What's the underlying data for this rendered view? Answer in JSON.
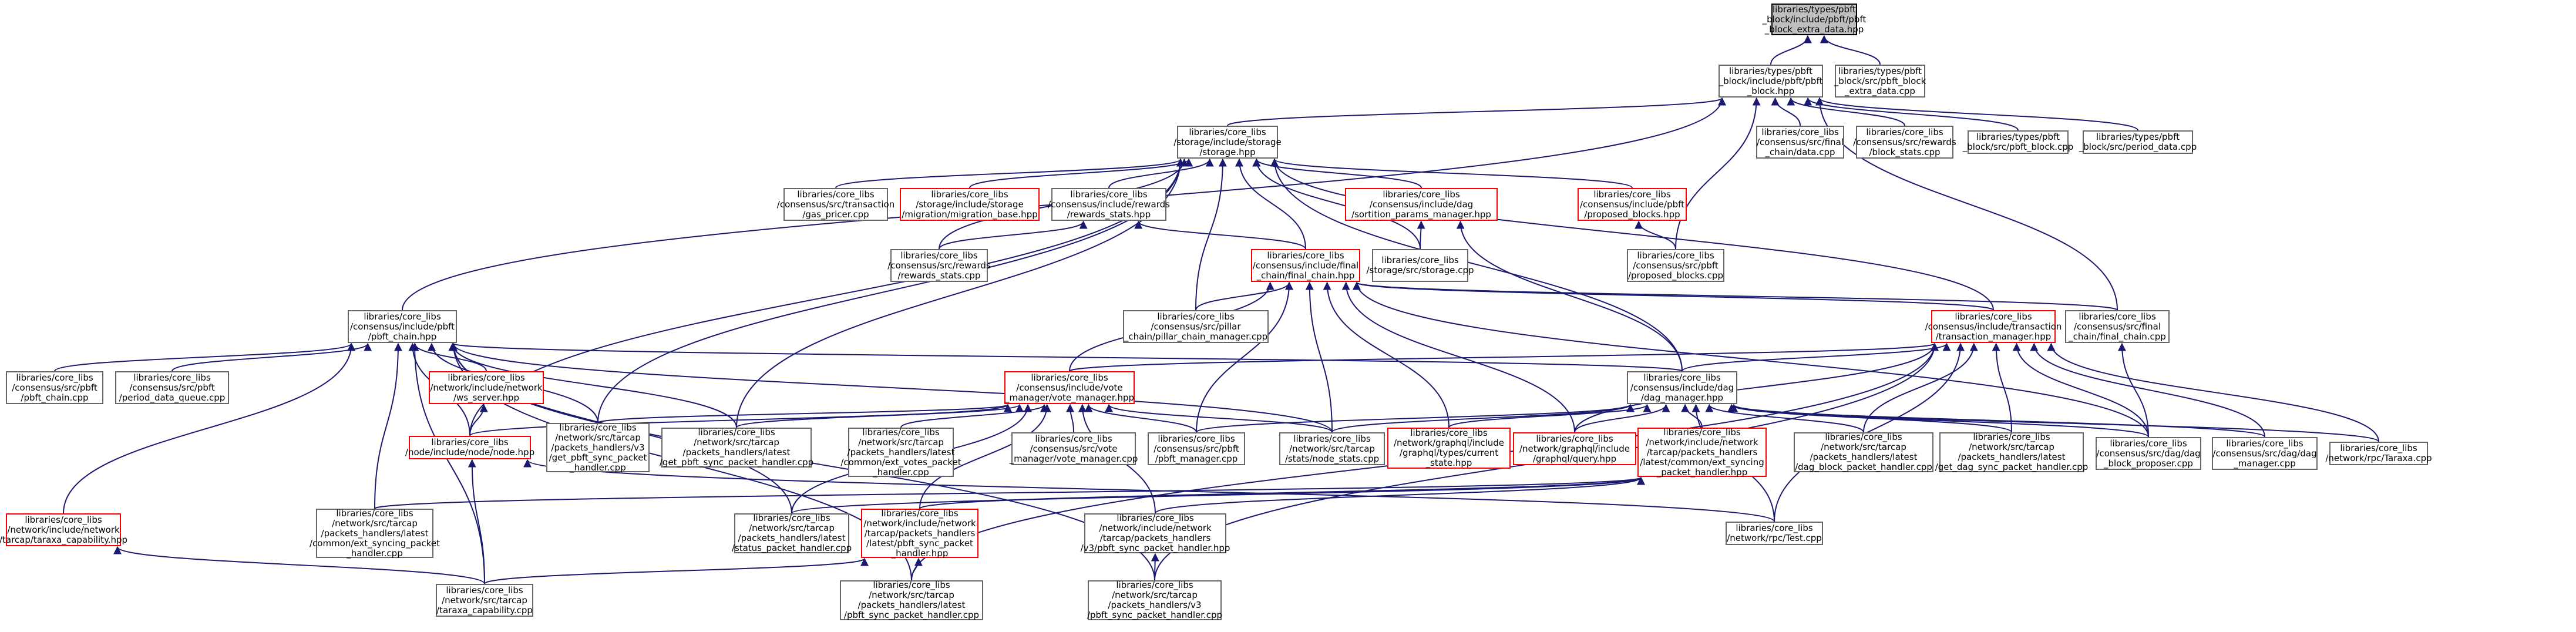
{
  "colors": {
    "edge": "#191970",
    "node_border": "#666666",
    "missing_border": "#ff0000",
    "root_fill": "#bfbfbf"
  },
  "nodes": {
    "root": [
      "libraries/types/pbft",
      "_block/include/pbft/pbft",
      "_block_extra_data.hpp"
    ],
    "extra_cpp": [
      "libraries/types/pbft",
      "_block/src/pbft_block",
      "_extra_data.cpp"
    ],
    "pbft_block_hpp": [
      "libraries/types/pbft",
      "_block/include/pbft/pbft",
      "_block.hpp"
    ],
    "final_chain_data": [
      "libraries/core_libs",
      "/consensus/src/final",
      "_chain/data.cpp"
    ],
    "rewards_block_stats": [
      "libraries/core_libs",
      "/consensus/src/rewards",
      "/block_stats.cpp"
    ],
    "pbft_block_cpp": [
      "libraries/types/pbft",
      "_block/src/pbft_block.cpp"
    ],
    "period_data_cpp": [
      "libraries/types/pbft",
      "_block/src/period_data.cpp"
    ],
    "storage_hpp": [
      "libraries/core_libs",
      "/storage/include/storage",
      "/storage.hpp"
    ],
    "gas_pricer": [
      "libraries/core_libs",
      "/consensus/src/transaction",
      "/gas_pricer.cpp"
    ],
    "migration_base": [
      "libraries/core_libs",
      "/storage/include/storage",
      "/migration/migration_base.hpp"
    ],
    "rewards_stats_hpp": [
      "libraries/core_libs",
      "/consensus/include/rewards",
      "/rewards_stats.hpp"
    ],
    "sortition_params": [
      "libraries/core_libs",
      "/consensus/include/dag",
      "/sortition_params_manager.hpp"
    ],
    "proposed_blocks_hpp": [
      "libraries/core_libs",
      "/consensus/include/pbft",
      "/proposed_blocks.hpp"
    ],
    "rewards_stats_cpp": [
      "libraries/core_libs",
      "/consensus/src/rewards",
      "/rewards_stats.cpp"
    ],
    "final_chain_hpp": [
      "libraries/core_libs",
      "/consensus/include/final",
      "_chain/final_chain.hpp"
    ],
    "storage_cpp": [
      "libraries/core_libs",
      "/storage/src/storage.cpp"
    ],
    "proposed_blocks_cpp": [
      "libraries/core_libs",
      "/consensus/src/pbft",
      "/proposed_blocks.cpp"
    ],
    "pbft_chain_hpp": [
      "libraries/core_libs",
      "/consensus/include/pbft",
      "/pbft_chain.hpp"
    ],
    "pillar_chain_manager": [
      "libraries/core_libs",
      "/consensus/src/pillar",
      "_chain/pillar_chain_manager.cpp"
    ],
    "transaction_manager_hpp": [
      "libraries/core_libs",
      "/consensus/include/transaction",
      "/transaction_manager.hpp"
    ],
    "final_chain_cpp": [
      "libraries/core_libs",
      "/consensus/src/final",
      "_chain/final_chain.cpp"
    ],
    "pbft_chain_cpp": [
      "libraries/core_libs",
      "/consensus/src/pbft",
      "/pbft_chain.cpp"
    ],
    "period_data_queue": [
      "libraries/core_libs",
      "/consensus/src/pbft",
      "/period_data_queue.cpp"
    ],
    "ws_server": [
      "libraries/core_libs",
      "/network/include/network",
      "/ws_server.hpp"
    ],
    "vote_manager_hpp": [
      "libraries/core_libs",
      "/consensus/include/vote",
      "_manager/vote_manager.hpp"
    ],
    "dag_manager_hpp": [
      "libraries/core_libs",
      "/consensus/include/dag",
      "/dag_manager.hpp"
    ],
    "node_hpp": [
      "libraries/core_libs",
      "/node/include/node/node.hpp"
    ],
    "v3_get_pbft_sync": [
      "libraries/core_libs",
      "/network/src/tarcap",
      "/packets_handlers/v3",
      "/get_pbft_sync_packet",
      "_handler.cpp"
    ],
    "latest_get_pbft_sync": [
      "libraries/core_libs",
      "/network/src/tarcap",
      "/packets_handlers/latest",
      "/get_pbft_sync_packet_handler.cpp"
    ],
    "ext_votes_packet": [
      "libraries/core_libs",
      "/network/src/tarcap",
      "/packets_handlers/latest",
      "/common/ext_votes_packet",
      "_handler.cpp"
    ],
    "vote_manager_cpp": [
      "libraries/core_libs",
      "/consensus/src/vote",
      "_manager/vote_manager.cpp"
    ],
    "pbft_manager_cpp": [
      "libraries/core_libs",
      "/consensus/src/pbft",
      "/pbft_manager.cpp"
    ],
    "node_stats": [
      "libraries/core_libs",
      "/network/src/tarcap",
      "/stats/node_stats.cpp"
    ],
    "graphql_types_current": [
      "libraries/core_libs",
      "/network/graphql/include",
      "/graphql/types/current",
      "_state.hpp"
    ],
    "graphql_query": [
      "libraries/core_libs",
      "/network/graphql/include",
      "/graphql/query.hpp"
    ],
    "ext_syncing_hpp": [
      "libraries/core_libs",
      "/network/include/network",
      "/tarcap/packets_handlers",
      "/latest/common/ext_syncing",
      "_packet_handler.hpp"
    ],
    "dag_block_packet": [
      "libraries/core_libs",
      "/network/src/tarcap",
      "/packets_handlers/latest",
      "/dag_block_packet_handler.cpp"
    ],
    "get_dag_sync": [
      "libraries/core_libs",
      "/network/src/tarcap",
      "/packets_handlers/latest",
      "/get_dag_sync_packet_handler.cpp"
    ],
    "dag_block_proposer": [
      "libraries/core_libs",
      "/consensus/src/dag/dag",
      "_block_proposer.cpp"
    ],
    "dag_manager_cpp": [
      "libraries/core_libs",
      "/consensus/src/dag/dag",
      "_manager.cpp"
    ],
    "taraxa_cpp": [
      "libraries/core_libs",
      "/network/rpc/Taraxa.cpp"
    ],
    "taraxa_capability_hpp": [
      "libraries/core_libs",
      "/network/include/network",
      "/tarcap/taraxa_capability.hpp"
    ],
    "ext_syncing_cpp": [
      "libraries/core_libs",
      "/network/src/tarcap",
      "/packets_handlers/latest",
      "/common/ext_syncing_packet",
      "_handler.cpp"
    ],
    "status_packet": [
      "libraries/core_libs",
      "/network/src/tarcap",
      "/packets_handlers/latest",
      "/status_packet_handler.cpp"
    ],
    "pbft_sync_packet_hpp": [
      "libraries/core_libs",
      "/network/include/network",
      "/tarcap/packets_handlers",
      "/latest/pbft_sync_packet",
      "_handler.hpp"
    ],
    "v3_pbft_sync_hpp": [
      "libraries/core_libs",
      "/network/include/network",
      "/tarcap/packets_handlers",
      "/v3/pbft_sync_packet_handler.hpp"
    ],
    "test_cpp": [
      "libraries/core_libs",
      "/network/rpc/Test.cpp"
    ],
    "taraxa_capability_cpp": [
      "libraries/core_libs",
      "/network/src/tarcap",
      "/taraxa_capability.cpp"
    ],
    "latest_pbft_sync_cpp": [
      "libraries/core_libs",
      "/network/src/tarcap",
      "/packets_handlers/latest",
      "/pbft_sync_packet_handler.cpp"
    ],
    "v3_pbft_sync_cpp": [
      "libraries/core_libs",
      "/network/src/tarcap",
      "/packets_handlers/v3",
      "/pbft_sync_packet_handler.cpp"
    ]
  }
}
